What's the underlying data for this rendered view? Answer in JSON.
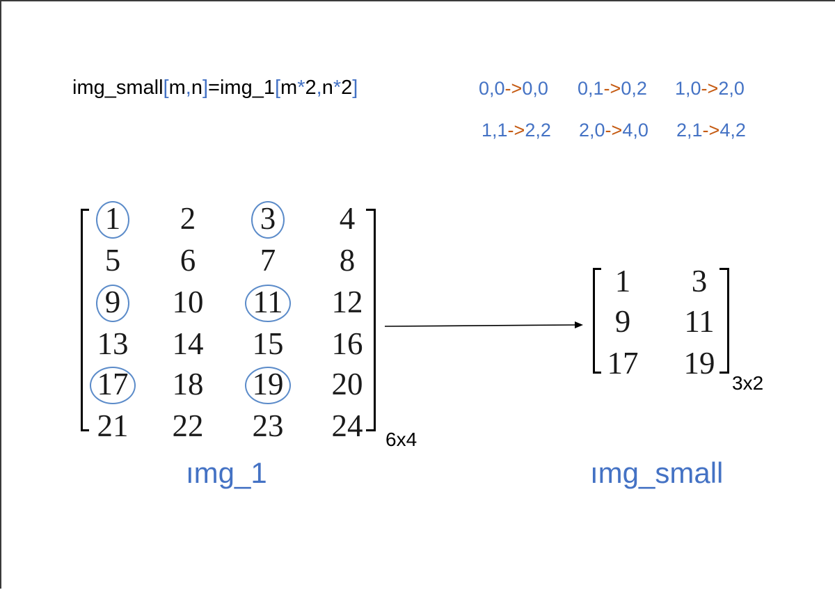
{
  "formula": {
    "prefix": "img_small",
    "open1": "[",
    "m": "m",
    "comma1": ",",
    "n": "n",
    "close1": "]",
    "equals_img": "=img_1",
    "open2": "[",
    "m2": "m",
    "star1": "*",
    "two1": "2",
    "comma2": ",",
    "n2": "n",
    "star2": "*",
    "two2": "2",
    "close2": "]"
  },
  "mappings": [
    [
      {
        "from": "0,0",
        "arrow": "->",
        "to": "0,0"
      },
      {
        "from": "0,1",
        "arrow": "->",
        "to": "0,2"
      },
      {
        "from": "1,0",
        "arrow": "->",
        "to": "2,0"
      }
    ],
    [
      {
        "from": "1,1",
        "arrow": "->",
        "to": "2,2"
      },
      {
        "from": "2,0",
        "arrow": "->",
        "to": "4,0"
      },
      {
        "from": "2,1",
        "arrow": "->",
        "to": "4,2"
      }
    ]
  ],
  "matrix_large": {
    "rows": [
      [
        "1",
        "2",
        "3",
        "4"
      ],
      [
        "5",
        "6",
        "7",
        "8"
      ],
      [
        "9",
        "10",
        "11",
        "12"
      ],
      [
        "13",
        "14",
        "15",
        "16"
      ],
      [
        "17",
        "18",
        "19",
        "20"
      ],
      [
        "21",
        "22",
        "23",
        "24"
      ]
    ],
    "circled": [
      "1",
      "3",
      "9",
      "11",
      "17",
      "19"
    ],
    "dimension": "6x4",
    "caption": "ımg_1"
  },
  "matrix_small": {
    "rows": [
      [
        "1",
        "3"
      ],
      [
        "9",
        "11"
      ],
      [
        "17",
        "19"
      ]
    ],
    "dimension": "3x2",
    "caption": "ımg_small"
  },
  "colors": {
    "accent_blue": "#4472c4",
    "arrow_orange": "#c55a11",
    "circle_blue": "#5b8bc9",
    "text": "#000000"
  }
}
